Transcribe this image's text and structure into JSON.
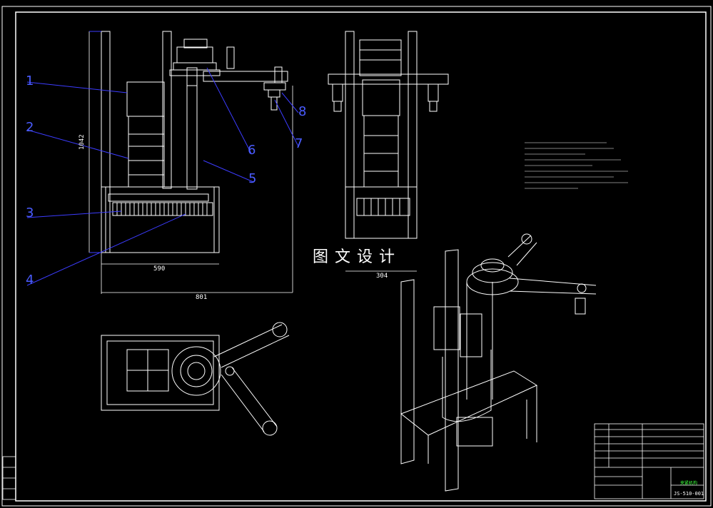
{
  "watermark": "图文设计",
  "dimensions": {
    "d1": "590",
    "d2": "801",
    "d3": "304",
    "d4": "1042"
  },
  "callouts": [
    "1",
    "2",
    "3",
    "4",
    "5",
    "6",
    "7",
    "8"
  ],
  "titleblock": {
    "drawing_name": "夹紧机构",
    "code": "JS-510-001"
  },
  "colors": {
    "background": "#000000",
    "lines": "#ffffff",
    "dimension": "#3c3cff",
    "text_green": "#3cff3c"
  }
}
